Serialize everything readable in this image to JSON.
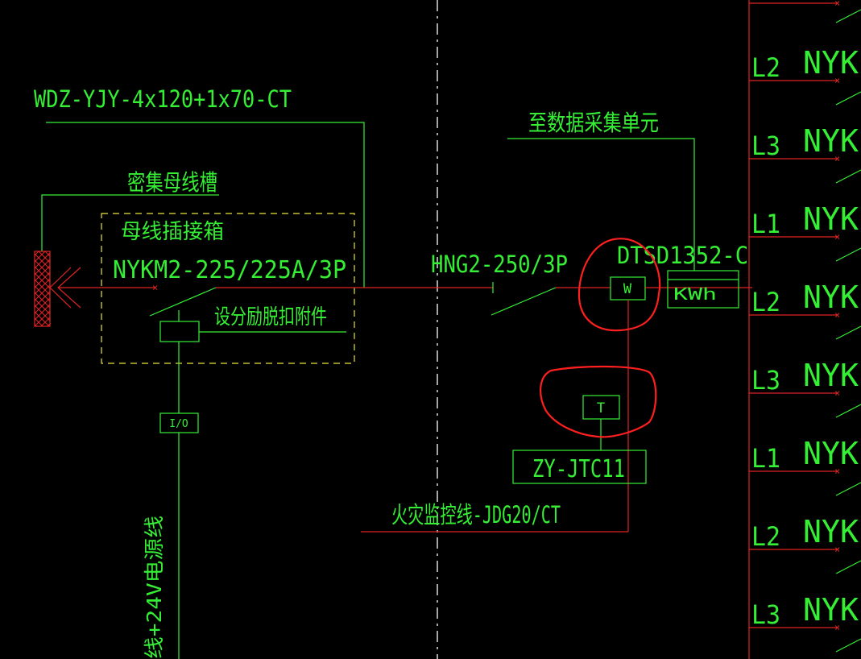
{
  "cable_label": "WDZ-YJY-4x120+1x70-CT",
  "busway_label": "密集母线槽",
  "plug_box_title": "母线插接箱",
  "plug_box_model": "NYKM2-225/225A/3P",
  "shunt_trip_label": "设分励脱扣附件",
  "io_module_label": "I/O",
  "power_line_label": "线+24V电源线",
  "switch_label": "HNG2-250/3P",
  "meter_model": "DTSD1352-C",
  "meter_unit": "KWh",
  "data_unit_label": "至数据采集单元",
  "transducer_w": "W",
  "transducer_t": "T",
  "monitor_module": "ZY-JTC11",
  "fire_line_label": "火灾监控线-JDG20/CT",
  "branches": [
    {
      "phase": "L2",
      "model": "NYKE"
    },
    {
      "phase": "L3",
      "model": "NYKE"
    },
    {
      "phase": "L1",
      "model": "NYKE"
    },
    {
      "phase": "L2",
      "model": "NYKE"
    },
    {
      "phase": "L3",
      "model": "NYKE"
    },
    {
      "phase": "L1",
      "model": "NYKE"
    },
    {
      "phase": "L2",
      "model": "NYKE"
    },
    {
      "phase": "L3",
      "model": "NYKE"
    }
  ],
  "colors": {
    "background": "#000000",
    "annotation_green": "#35ef35",
    "conductor_red": "#e02424",
    "frame_yellow": "#e6e63c",
    "markup_red": "#ff1f1f"
  }
}
